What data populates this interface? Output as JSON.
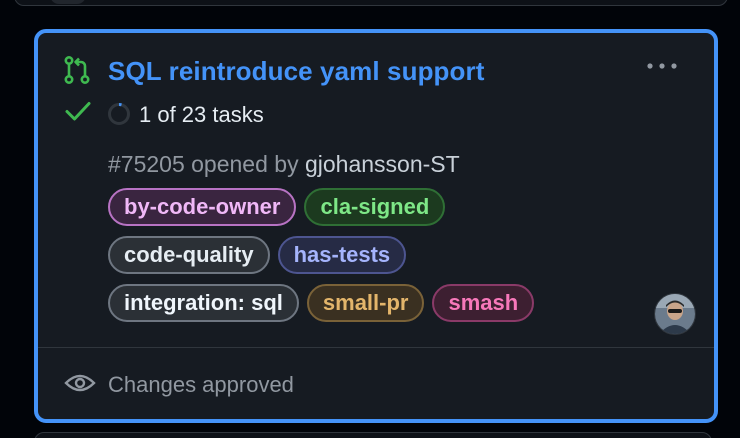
{
  "pr": {
    "title": "SQL reintroduce yaml support",
    "tasks": "1 of 23 tasks",
    "number": "#75205",
    "opened_by": "opened by",
    "author": "gjohansson-ST",
    "review_status": "Changes approved"
  },
  "labels": [
    {
      "name": "by-code-owner",
      "color": "#f0b8f7",
      "bg": "#3a2540",
      "border": "#b873c4"
    },
    {
      "name": "cla-signed",
      "color": "#7ee787",
      "bg": "#1c3a1f",
      "border": "#2f6f35"
    },
    {
      "name": "code-quality",
      "color": "#e6edf3",
      "bg": "#2b3036",
      "border": "#6e7681"
    },
    {
      "name": "has-tests",
      "color": "#a5b4fc",
      "bg": "#262b45",
      "border": "#4d5590"
    },
    {
      "name": "integration: sql",
      "color": "#f0f6fc",
      "bg": "#2b3036",
      "border": "#6e7681"
    },
    {
      "name": "small-pr",
      "color": "#e3b56b",
      "bg": "#3a3021",
      "border": "#7a6238"
    },
    {
      "name": "smash",
      "color": "#f778ba",
      "bg": "#3d1f31",
      "border": "#8a3a68"
    }
  ],
  "colors": {
    "accent": "#4493f8",
    "success": "#3fb950",
    "muted": "#9198a1"
  },
  "icons": {
    "pr": "git-pull-request-icon",
    "check": "check-icon",
    "progress": "progress-ring-icon",
    "eye": "eye-icon",
    "menu": "kebab-menu-icon"
  }
}
